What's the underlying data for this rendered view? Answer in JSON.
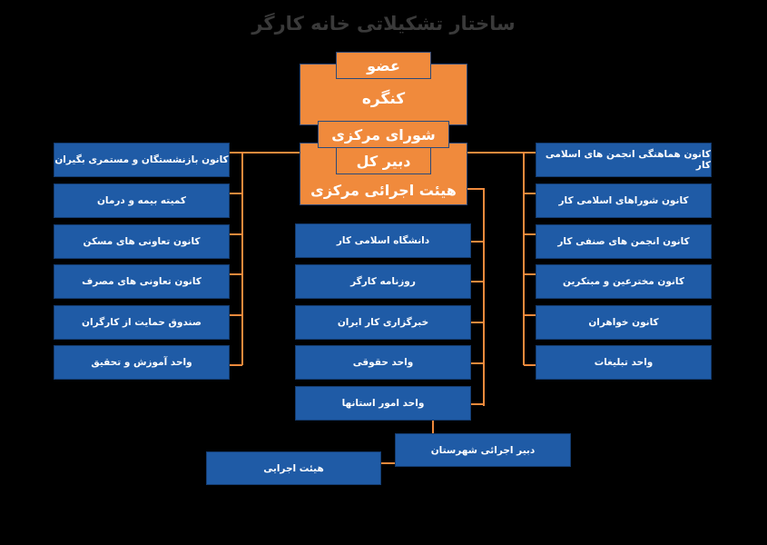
{
  "title": "ساختار تشکیلاتی خانه کارگر",
  "core": {
    "member": "عضو",
    "congress": "کنگره",
    "central_council": "شورای مرکزی",
    "secretary_general": "دبیر کل",
    "central_executive": "هیئت اجرائی مرکزی"
  },
  "left": [
    "کانون بازنشستگان و مستمری بگیران",
    "کمیته بیمه و درمان",
    "کانون تعاونی های مسکن",
    "کانون تعاونی های مصرف",
    "صندوق حمایت از کارگران",
    "واحد آموزش و تحقیق"
  ],
  "right": [
    "کانون هماهنگی انجمن های اسلامی کار",
    "کانون شوراهای اسلامی کار",
    "کانون انجمن های صنفی کار",
    "کانون مخترعین و مبتکرین",
    "کانون خواهران",
    "واحد تبلیغات"
  ],
  "center": [
    "دانشگاه اسلامی کار",
    "روزنامه کارگر",
    "خبرگزاری کار ایران",
    "واحد حقوقی",
    "واحد امور استانها"
  ],
  "bottom": {
    "city_secretary": "دبیر اجرائی شهرستان",
    "executive_board": "هیئت اجرایی"
  },
  "colors": {
    "orange": "#f08a3c",
    "blue": "#1f5ba6",
    "line": "#f08a3c"
  }
}
